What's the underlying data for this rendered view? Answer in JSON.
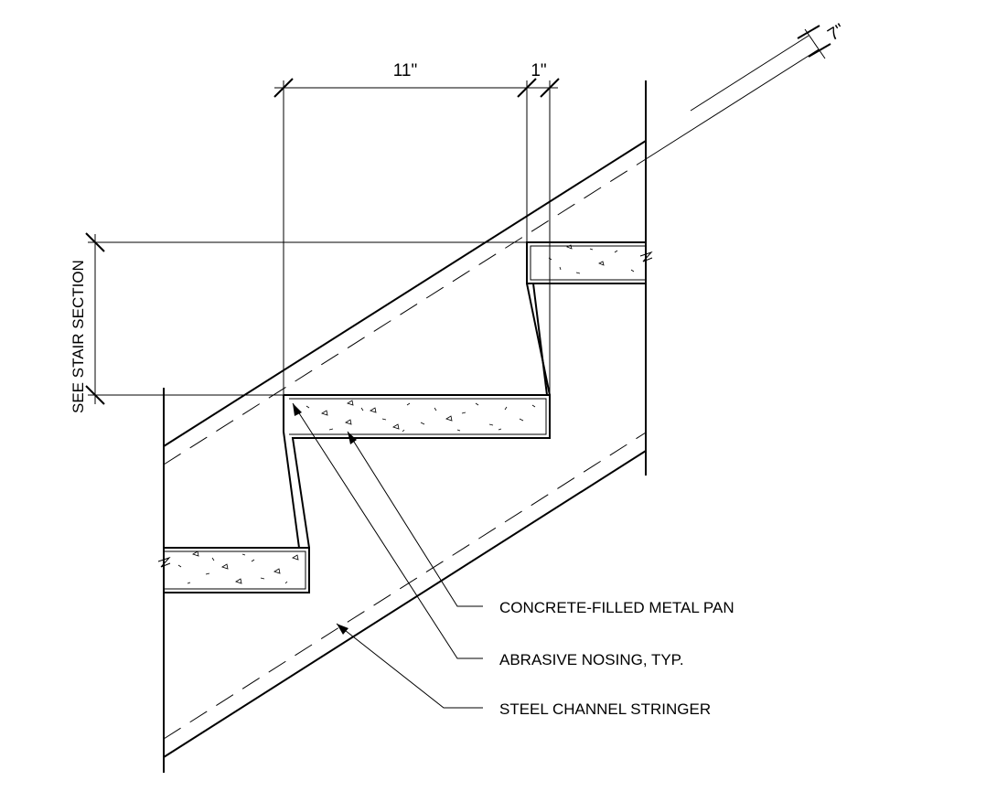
{
  "dimensions": {
    "tread": "11\"",
    "nosing": "1\"",
    "rise": "SEE STAIR SECTION",
    "stringer_depth": "7\""
  },
  "callouts": {
    "pan": "CONCRETE-FILLED METAL PAN",
    "nosing": "ABRASIVE NOSING, TYP.",
    "stringer": "STEEL CHANNEL STRINGER"
  }
}
